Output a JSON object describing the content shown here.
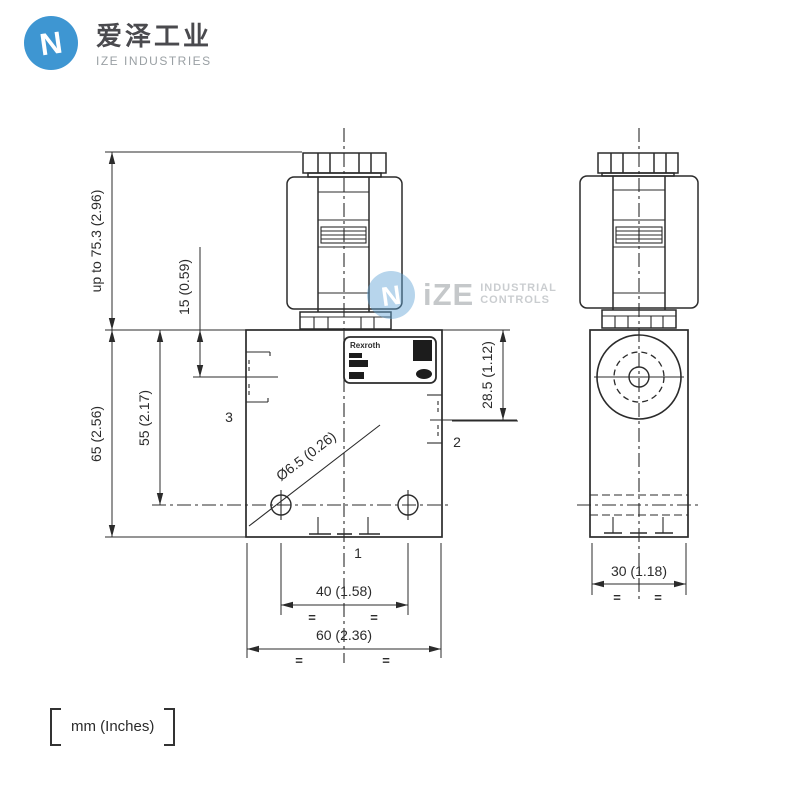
{
  "header": {
    "company_cn": "爱泽工业",
    "company_en": "IZE INDUSTRIES",
    "logo_letter": "N",
    "brand_blue": "#3E96D2"
  },
  "watermark": {
    "main": "iZE",
    "line1": "INDUSTRIAL",
    "line2": "CONTROLS",
    "logo_letter": "N"
  },
  "views": {
    "front": {
      "dim_overall_height": "up to 75.3 (2.96)",
      "dim_body_height": "65 (2.56)",
      "dim_port_depth": "55 (2.17)",
      "dim_port3_offset": "15 (0.59)",
      "dim_port2_offset": "28.5 (1.12)",
      "dim_hole_dia": "Ø6.5 (0.26)",
      "dim_hole_spacing": "40 (1.58)",
      "dim_width": "60 (2.36)",
      "port1": "1",
      "port2": "2",
      "port3": "3",
      "nameplate_brand": "Rexroth"
    },
    "side": {
      "dim_depth": "30 (1.18)"
    }
  },
  "symbols": {
    "equal": "="
  },
  "footer": {
    "units": "mm (Inches)"
  },
  "colors": {
    "line": "#2b2b2b",
    "brand_blue": "#3E96D2"
  }
}
